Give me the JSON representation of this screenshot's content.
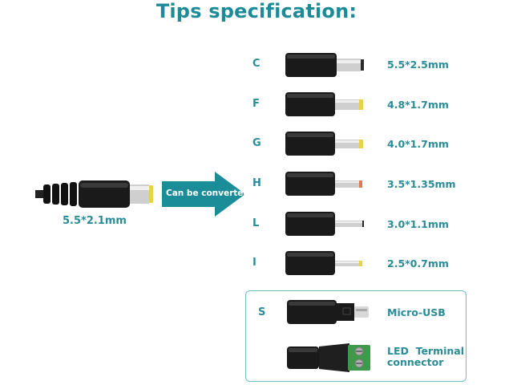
{
  "title": "Tips specification:",
  "source": {
    "size": "5.5*2.1mm"
  },
  "arrow_label": "Can be converted",
  "tips": [
    {
      "letter": "C",
      "size": "5.5*2.5mm",
      "accent": "#d8d8d8"
    },
    {
      "letter": "F",
      "size": "4.8*1.7mm",
      "accent": "#e8d24a"
    },
    {
      "letter": "G",
      "size": "4.0*1.7mm",
      "accent": "#e8d24a"
    },
    {
      "letter": "H",
      "size": "3.5*1.35mm",
      "accent": "#e07a4a"
    },
    {
      "letter": "L",
      "size": "3.0*1.1mm",
      "accent": "#d8d8d8"
    },
    {
      "letter": "I",
      "size": "2.5*0.7mm",
      "accent": "#e8d24a"
    }
  ],
  "special": {
    "letter": "S",
    "micro_usb": "Micro-USB",
    "terminal_line1": "LED  Terminal",
    "terminal_line2": "connector"
  },
  "colors": {
    "accent": "#1d8b97",
    "arrow": "#1b8d99",
    "plug": "#1a1a1a",
    "terminal": "#3c9a4a"
  }
}
